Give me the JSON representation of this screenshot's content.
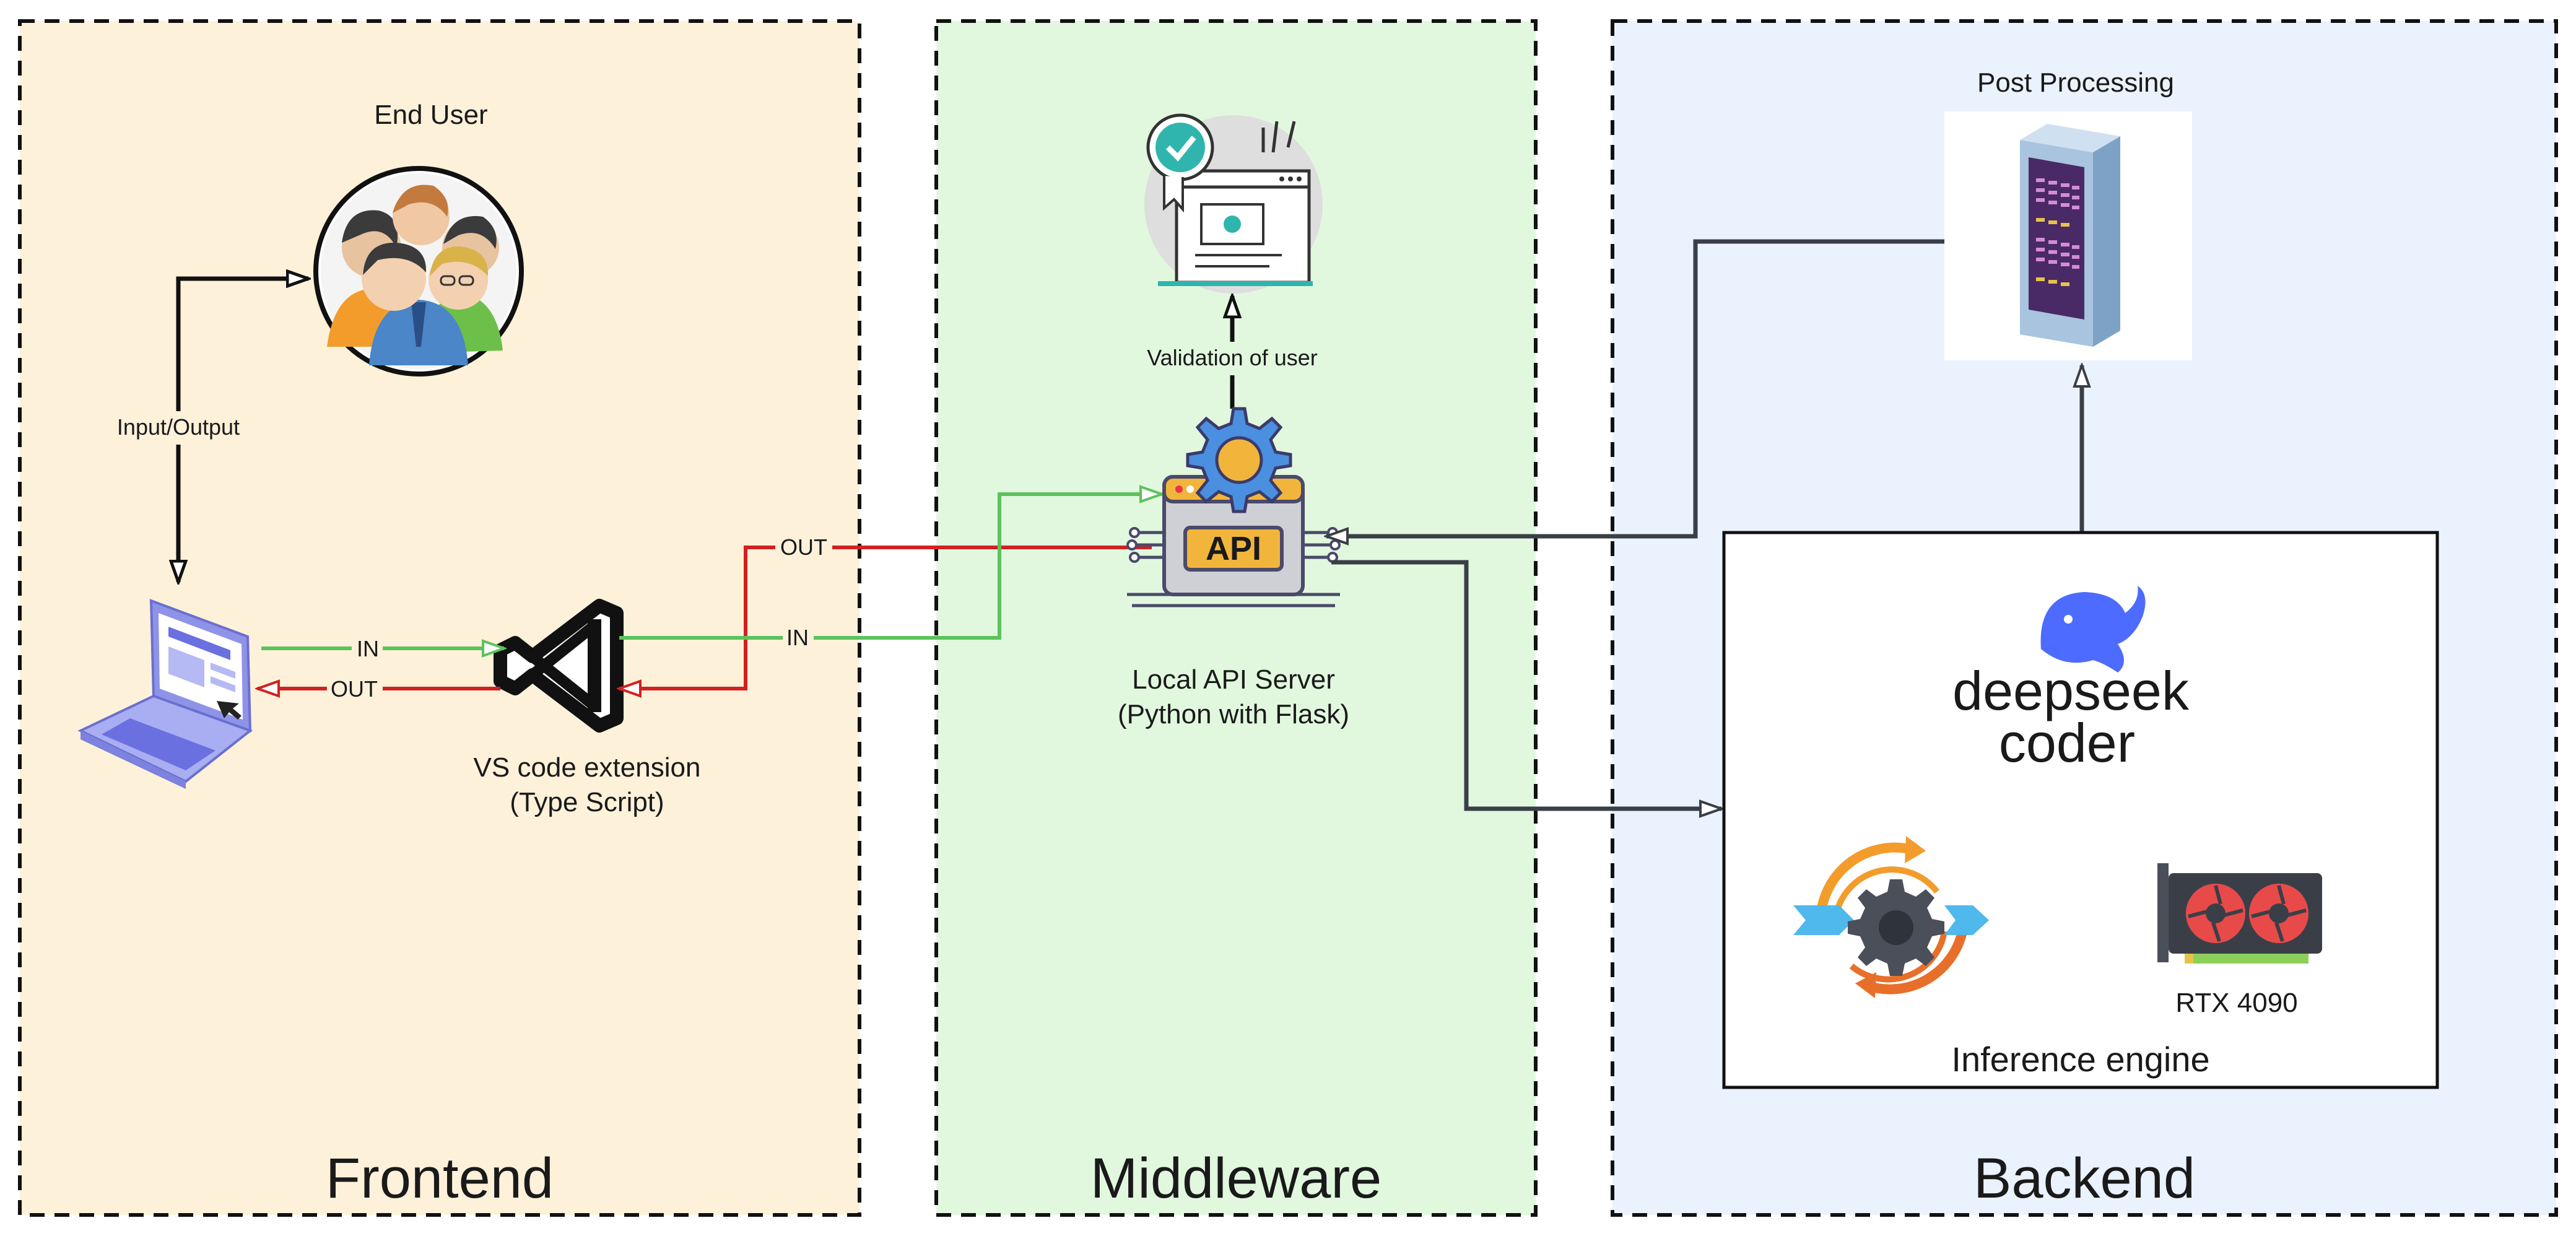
{
  "zones": {
    "frontend": {
      "title": "Frontend",
      "fill": "#fdf1da"
    },
    "middleware": {
      "title": "Middleware",
      "fill": "#e1f8df"
    },
    "backend": {
      "title": "Backend",
      "fill": "#eaf2fd"
    }
  },
  "frontend": {
    "end_user_label": "End User",
    "io_label": "Input/Output",
    "vscode_label_line1": "VS code extension",
    "vscode_label_line2": "(Type Script)",
    "laptop_in_label": "IN",
    "laptop_out_label": "OUT"
  },
  "middleware": {
    "validation_label": "Validation of user",
    "api_badge_text": "API",
    "server_label_line1": "Local API Server",
    "server_label_line2": "(Python with Flask)",
    "vscode_out_label": "OUT",
    "vscode_in_label": "IN"
  },
  "backend": {
    "post_processing_label": "Post Processing",
    "deepseek_line1": "deepseek",
    "deepseek_line2": "coder",
    "gpu_label": "RTX 4090",
    "engine_label": "Inference engine"
  },
  "colors": {
    "in_arrow": "#5cc25c",
    "out_arrow": "#d32020",
    "backend_arrow": "#3a3f47",
    "deepseek_blue": "#4d6bfe",
    "zone_border": "#111111"
  },
  "icons": [
    "users-icon",
    "laptop-icon",
    "vscode-icon",
    "validation-certificate-icon",
    "api-server-icon",
    "gear-icon",
    "server-rack-icon",
    "whale-icon",
    "processing-cycle-icon",
    "gpu-icon"
  ]
}
